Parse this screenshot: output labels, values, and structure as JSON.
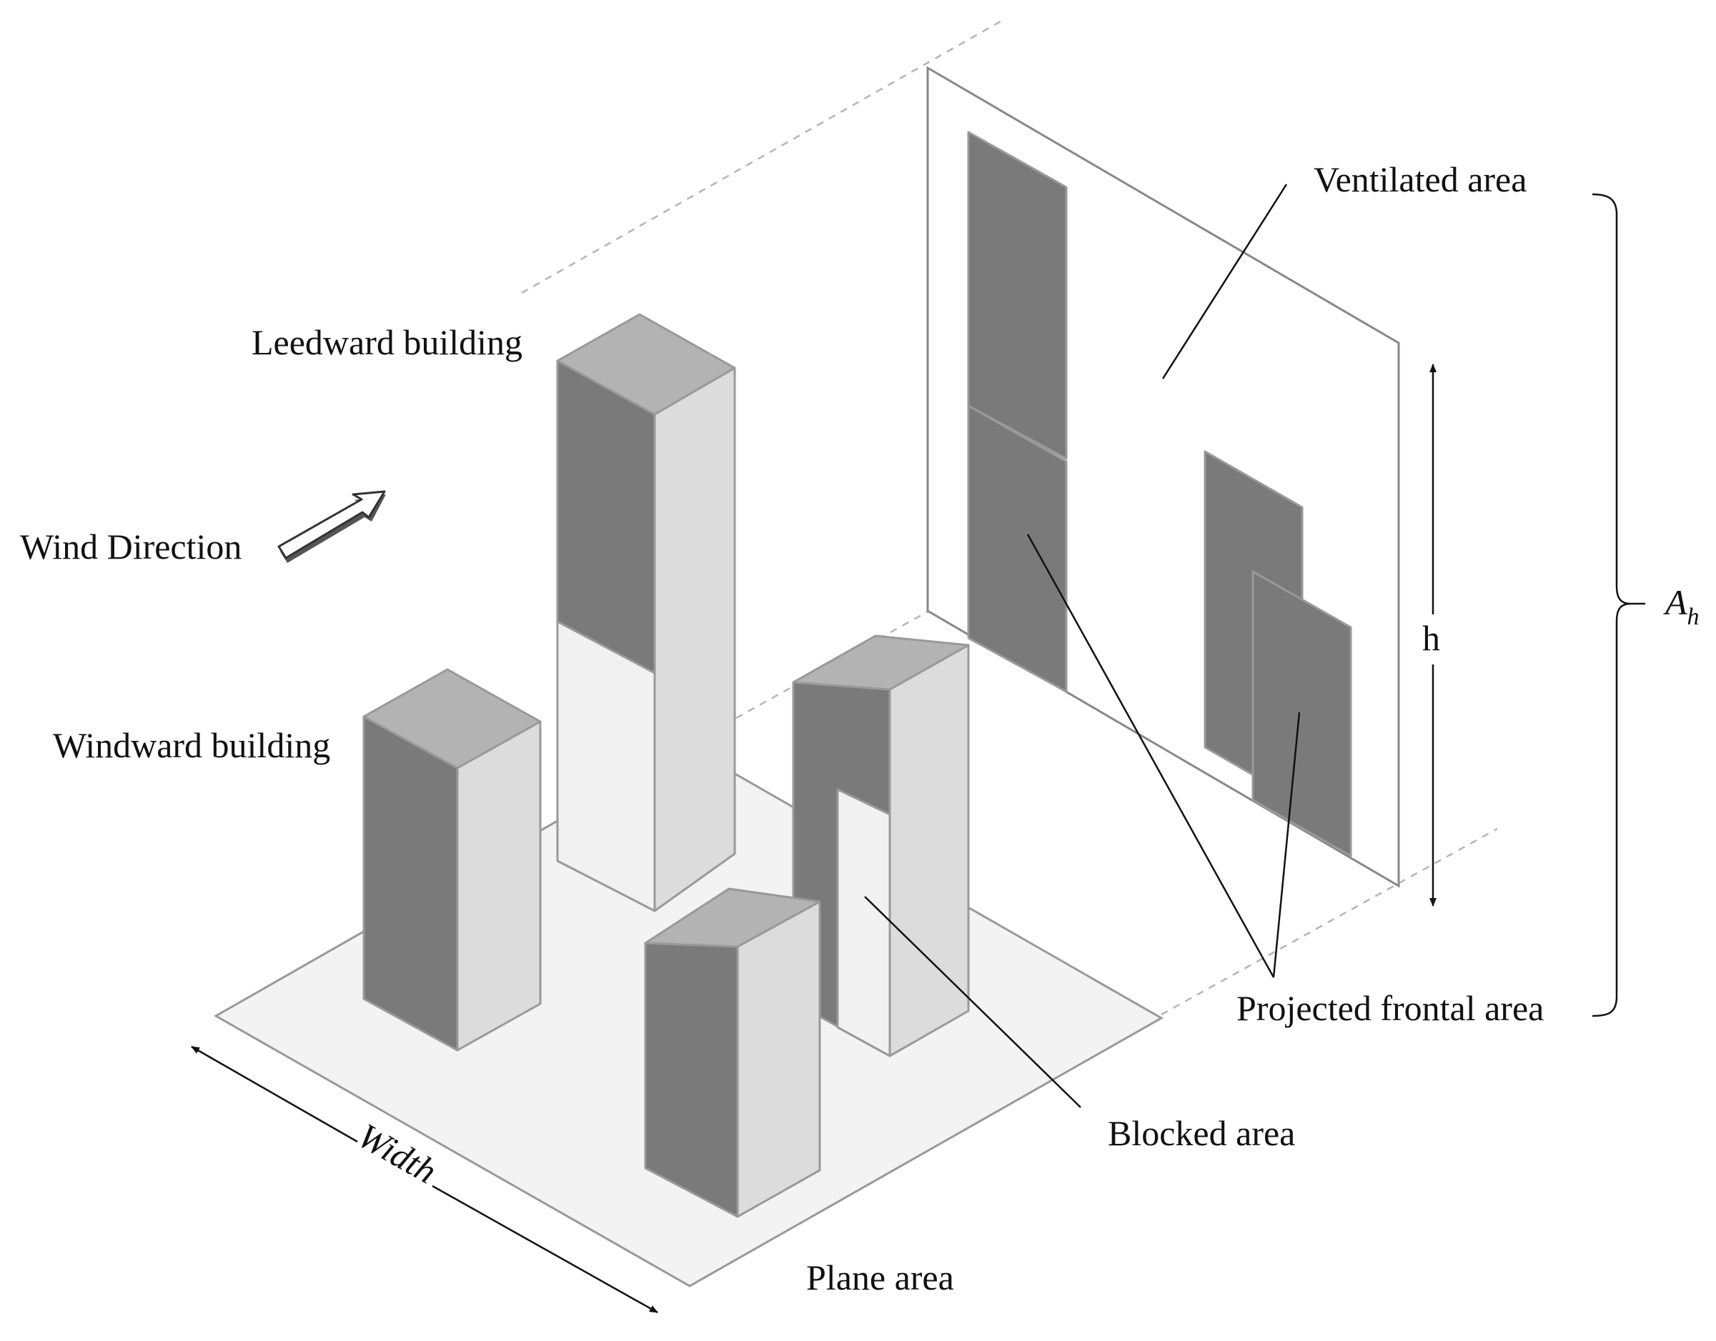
{
  "labels": {
    "ventilated_area": "Ventilated area",
    "leedward_building": "Leedward building",
    "wind_direction": "Wind Direction",
    "windward_building": "Windward building",
    "projected_frontal_area": "Projected frontal area",
    "blocked_area": "Blocked area",
    "plane_area": "Plane area",
    "width": "Width",
    "height_symbol": "h",
    "ah_base": "A",
    "ah_sub": "h"
  },
  "colors": {
    "dark_face": "#7a7a7a",
    "light_face": "#dcdcdc",
    "top_face": "#b3b3b3",
    "blocked_face": "#f1f1f1",
    "ground": "#f3f3f3",
    "line": "#111111"
  },
  "icons": {
    "wind_arrow": "block-arrow-icon"
  }
}
